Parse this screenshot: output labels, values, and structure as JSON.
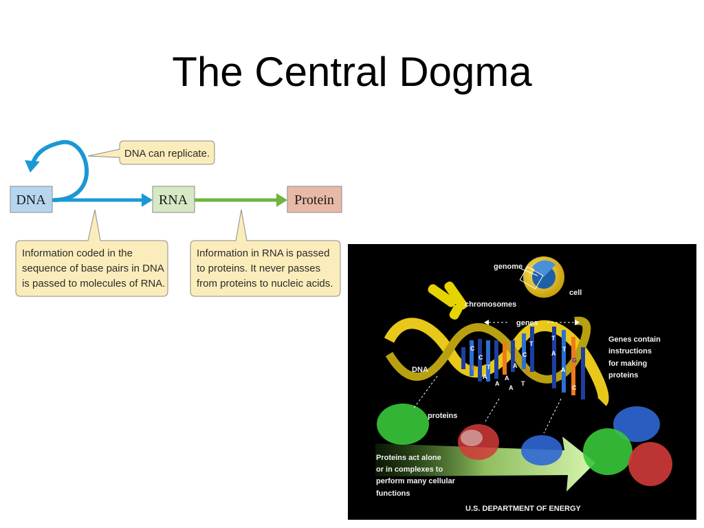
{
  "slide": {
    "title": "The Central Dogma"
  },
  "flow": {
    "nodes": {
      "dna": "DNA",
      "rna": "RNA",
      "protein": "Protein"
    },
    "callouts": {
      "replicate": "DNA can replicate.",
      "dna_to_rna": [
        "Information coded in the",
        "sequence of base pairs in DNA",
        "is passed to molecules of RNA."
      ],
      "rna_to_protein": [
        "Information in RNA is passed",
        "to proteins. It never passes",
        "from proteins to nucleic acids."
      ]
    },
    "colors": {
      "dna_box": "#b6d6ef",
      "rna_box": "#d6e8c4",
      "protein_box": "#e8b9a6",
      "callout_fill": "#fbedbb",
      "blue_arrow": "#1a98d5",
      "green_arrow": "#6fb43f"
    }
  },
  "illustration": {
    "labels": {
      "genome": "genome",
      "cell": "cell",
      "chromosomes": "chromosomes",
      "genes": "genes",
      "genes_contain": [
        "Genes contain",
        "instructions",
        "for making",
        "proteins"
      ],
      "dna": "DNA",
      "proteins": "proteins",
      "proteins_act": [
        "Proteins act alone",
        "or in complexes to",
        "perform many cellular",
        "functions"
      ],
      "credit": "U.S. DEPARTMENT OF ENERGY"
    },
    "bases": [
      "C",
      "C",
      "G",
      "T",
      "A",
      "A",
      "C",
      "A",
      "G",
      "A",
      "A",
      "T",
      "T",
      "T",
      "A",
      "T",
      "G",
      "A",
      "C"
    ]
  }
}
